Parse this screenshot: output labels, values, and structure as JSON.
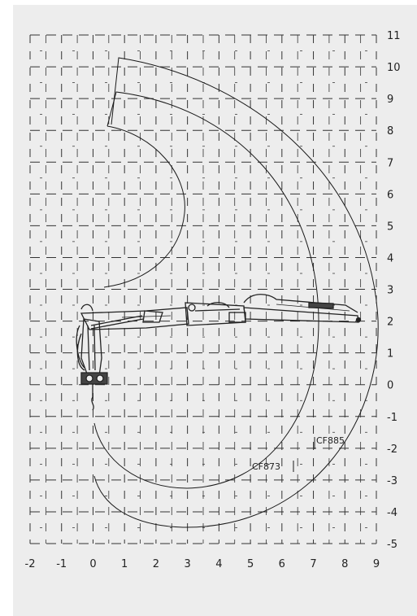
{
  "diagram": {
    "x_tick_labels": [
      "-2",
      "-1",
      "0",
      "1",
      "2",
      "3",
      "4",
      "5",
      "6",
      "7",
      "8",
      "9"
    ],
    "y_tick_labels": [
      "11",
      "10",
      "9",
      "8",
      "7",
      "6",
      "5",
      "4",
      "3",
      "2",
      "1",
      "0",
      "-1",
      "-2",
      "-3",
      "-4",
      "-5"
    ],
    "x_range": [
      -2,
      9
    ],
    "y_range": [
      -5,
      11
    ],
    "curves": [
      {
        "label": "CF885"
      },
      {
        "label": "CF873"
      }
    ],
    "colors": {
      "background": "#ededed",
      "grid": "#333333",
      "curve": "#1a1a1a",
      "crane": "#222222"
    }
  }
}
